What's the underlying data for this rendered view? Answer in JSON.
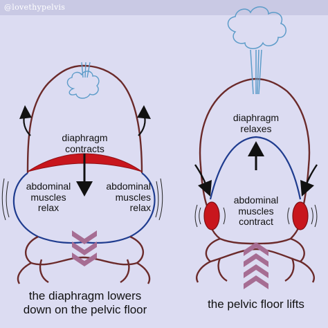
{
  "handle": "@lovethypelvis",
  "left_panel": {
    "diaphragm_label": [
      "diaphragm",
      "contracts"
    ],
    "abdominal_left": [
      "abdominal",
      "muscles",
      "relax"
    ],
    "abdominal_right": [
      "abdominal",
      "muscles",
      "relax"
    ],
    "caption": [
      "the diaphragm lowers",
      "down on the pelvic floor"
    ]
  },
  "right_panel": {
    "diaphragm_label": [
      "diaphragm",
      "relaxes"
    ],
    "abdominal_label": [
      "abdominal",
      "muscles",
      "contract"
    ],
    "caption": [
      "the pelvic floor lifts"
    ]
  },
  "colors": {
    "background": "#dcdcf2",
    "body_outline": "#6b2a2a",
    "diaphragm": "#1f3c8f",
    "muscle_red": "#c8161d",
    "arrow": "#111111",
    "chevron": "#a66d93",
    "breath": "#5d9cc9"
  },
  "icons": [
    "breath-cloud-icon",
    "arrow-icon",
    "chevron-down-icon",
    "chevron-up-icon",
    "motion-lines-icon"
  ]
}
